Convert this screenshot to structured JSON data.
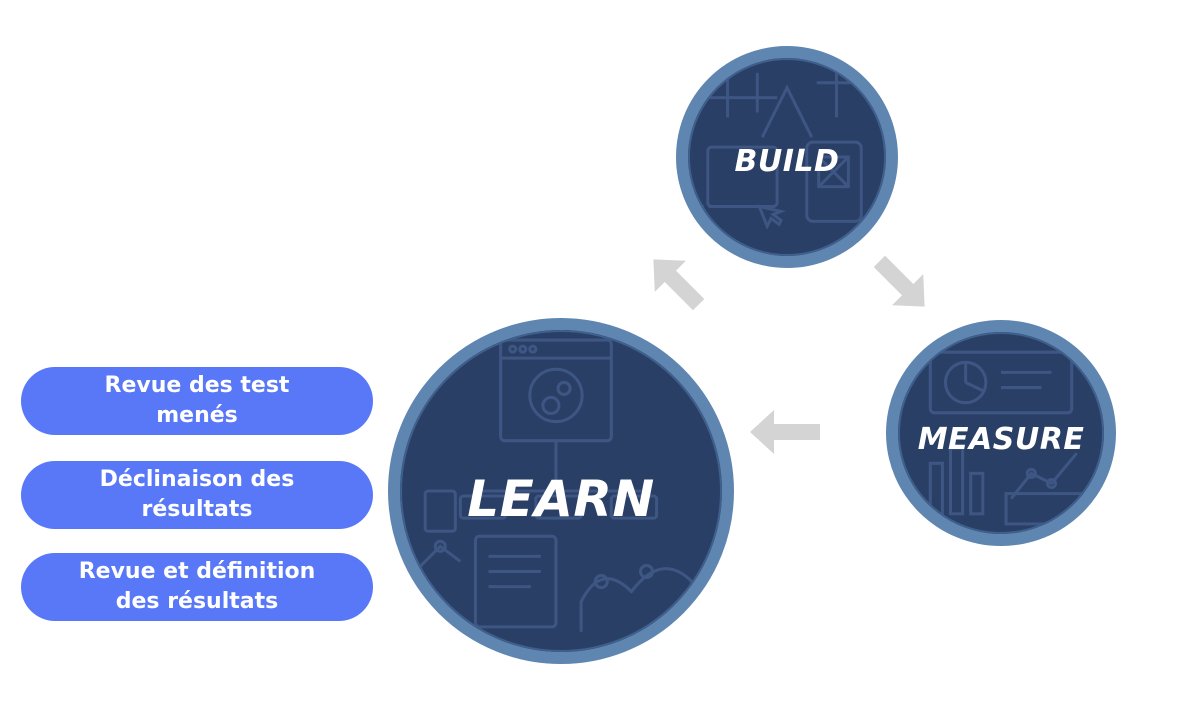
{
  "cycle": {
    "build": {
      "label": "BUILD"
    },
    "measure": {
      "label": "MEASURE"
    },
    "learn": {
      "label": "LEARN"
    }
  },
  "learn_steps": [
    {
      "line1": "Revue des test",
      "line2": "menés"
    },
    {
      "line1": "Déclinaison des",
      "line2": "résultats"
    },
    {
      "line1": "Revue et définition",
      "line2": "des résultats"
    }
  ],
  "colors": {
    "circle_fill": "#2a3f66",
    "circle_ring": "#5f86b0",
    "arrow": "#d4d4d4",
    "pill": "#5878f8"
  },
  "icons": {
    "build": "design-tools-icon",
    "measure": "chart-analytics-icon",
    "learn": "research-browser-icon",
    "arrows": "cycle-arrow-icon"
  }
}
